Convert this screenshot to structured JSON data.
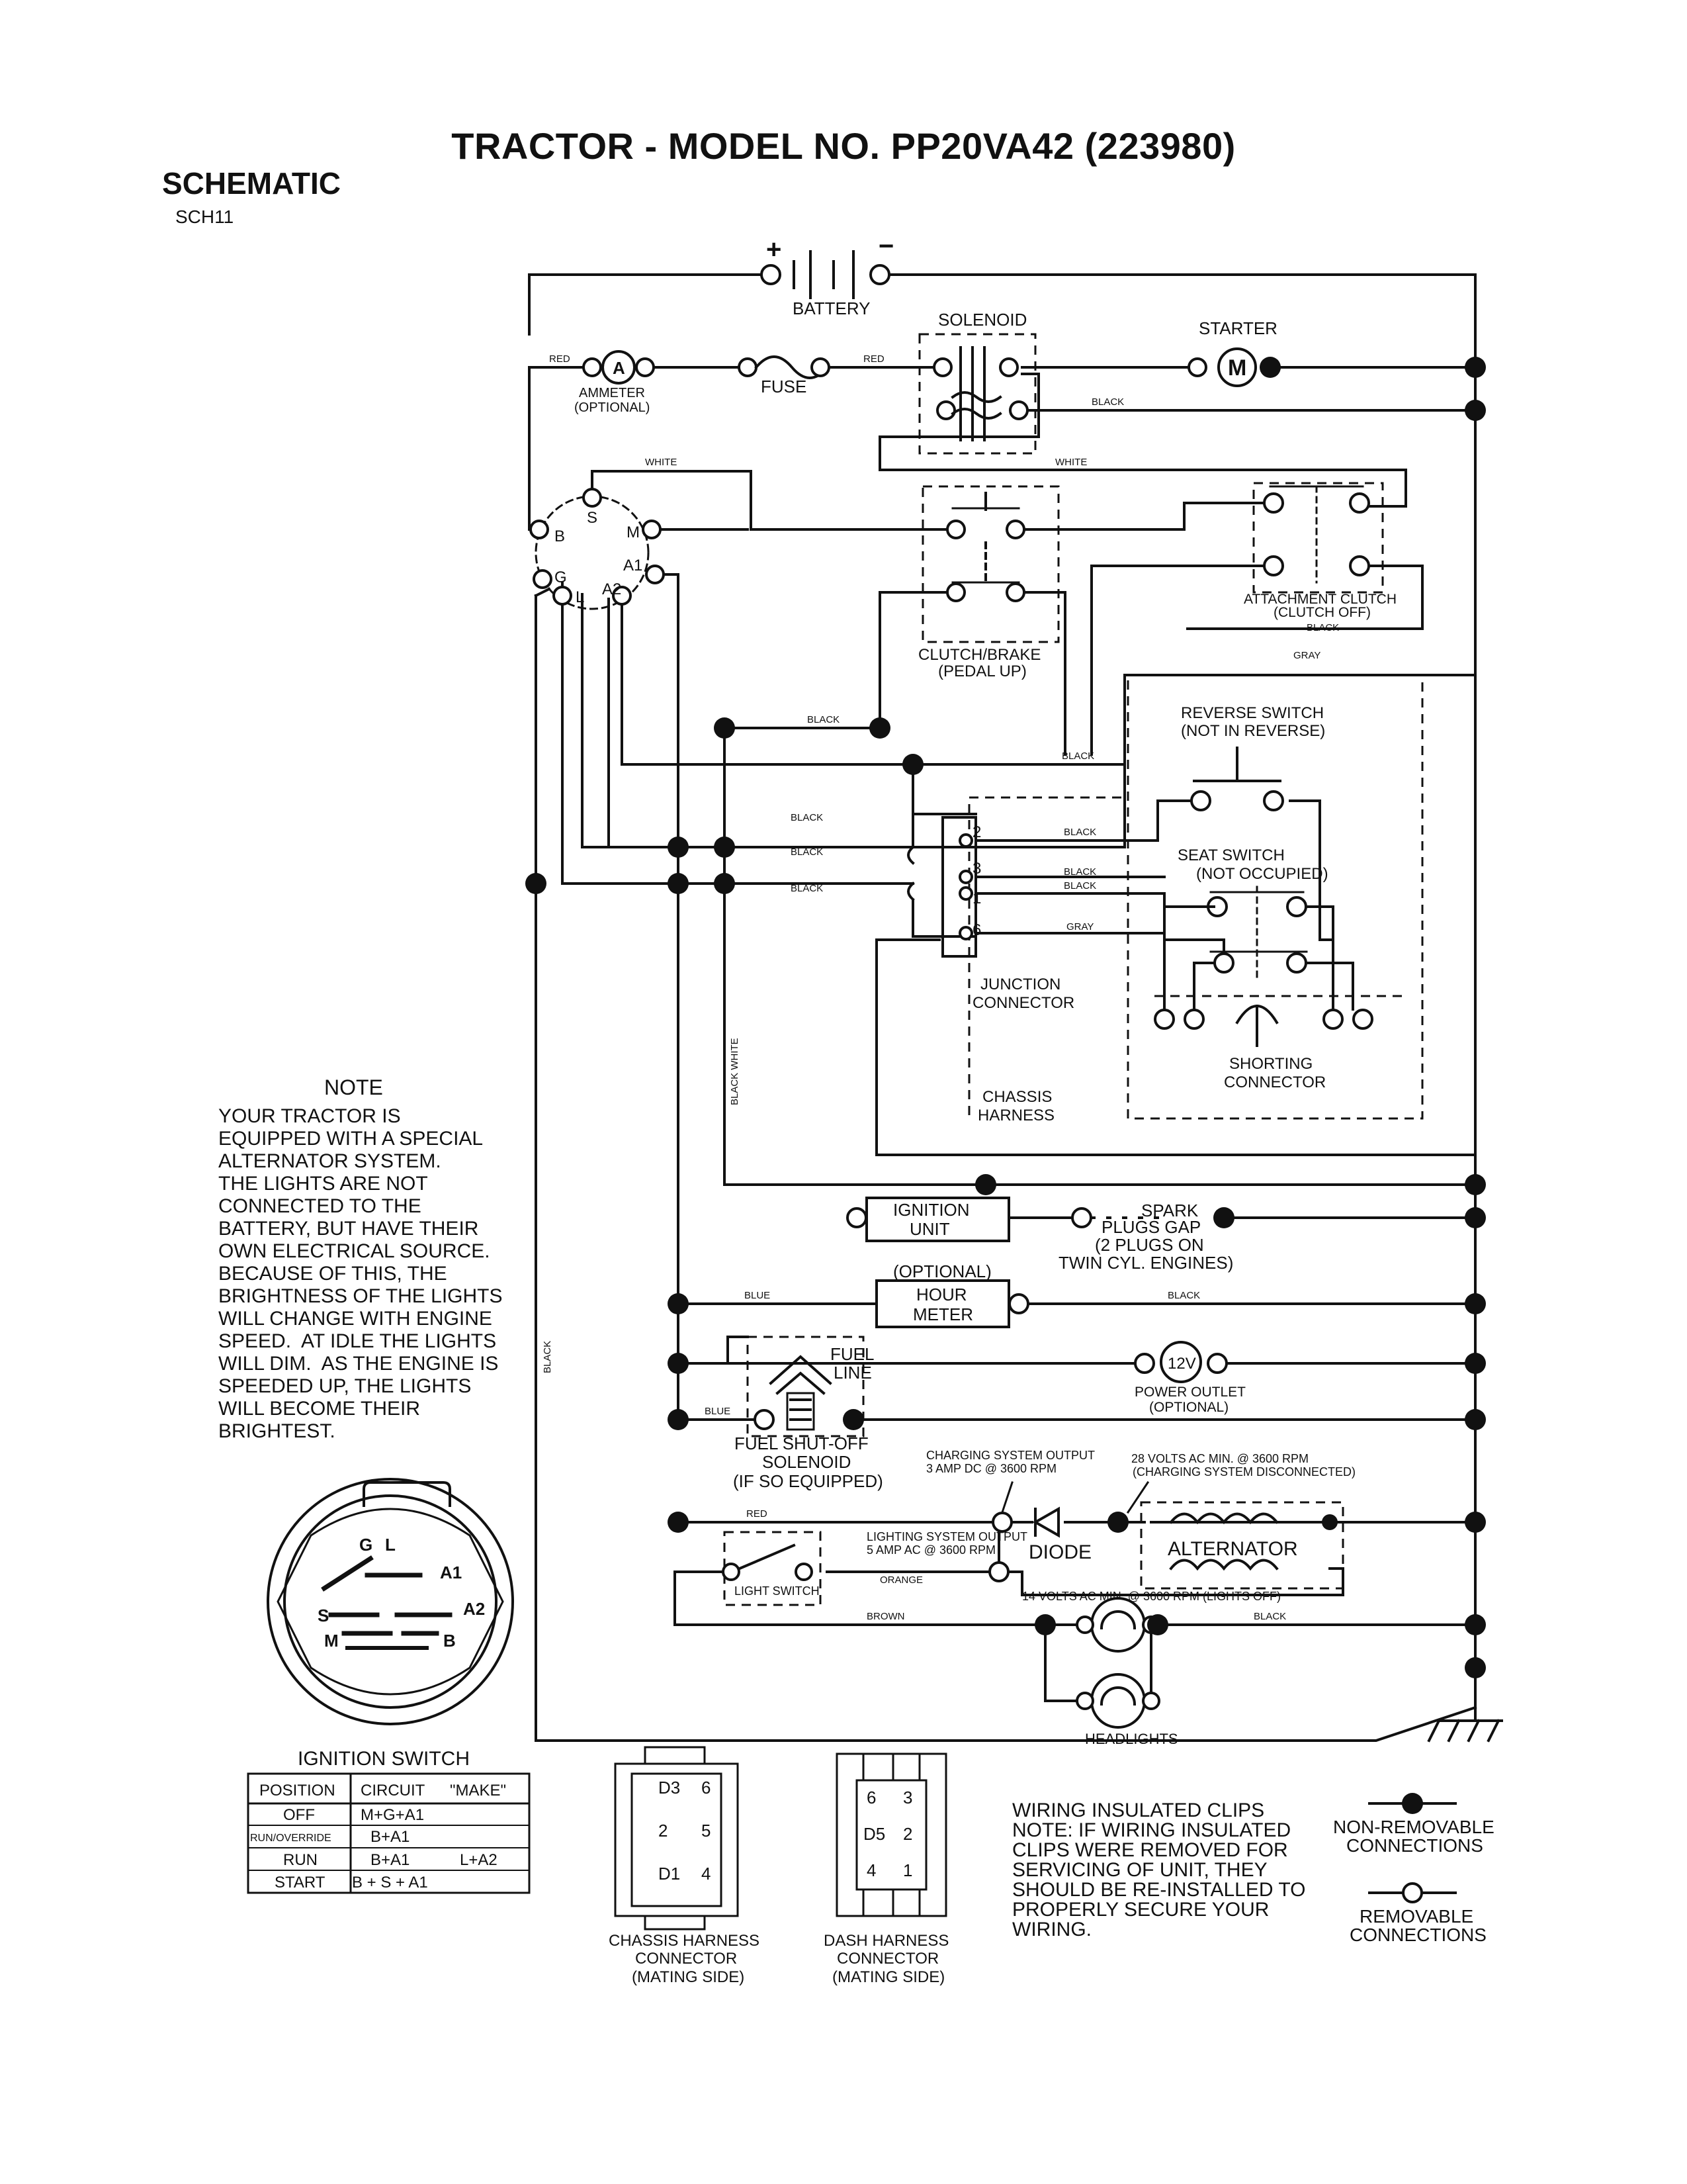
{
  "header": {
    "title": "TRACTOR - MODEL NO. PP20VA42 (223980)",
    "section": "SCHEMATIC",
    "code": "SCH11"
  },
  "note": {
    "heading": "NOTE",
    "lines": [
      "YOUR TRACTOR IS",
      "EQUIPPED WITH A SPECIAL",
      "ALTERNATOR SYSTEM.",
      "THE LIGHTS ARE NOT",
      "CONNECTED TO THE",
      "BATTERY, BUT HAVE THEIR",
      "OWN ELECTRICAL SOURCE.",
      "BECAUSE OF THIS, THE",
      "BRIGHTNESS OF THE LIGHTS",
      "WILL CHANGE WITH ENGINE",
      "SPEED.  AT IDLE THE LIGHTS",
      "WILL DIM.  AS THE ENGINE IS",
      "SPEEDED UP, THE LIGHTS",
      "WILL BECOME THEIR",
      "BRIGHTEST."
    ]
  },
  "components": {
    "battery": "BATTERY",
    "battery_plus": "+",
    "battery_minus": "−",
    "solenoid": "SOLENOID",
    "starter": "STARTER",
    "starter_symbol": "M",
    "ammeter_symbol": "A",
    "ammeter": "AMMETER",
    "ammeter_opt": "(OPTIONAL)",
    "fuse": "FUSE",
    "clutch_brake": "CLUTCH/BRAKE",
    "clutch_brake_sub": "(PEDAL UP)",
    "attachment_clutch": "ATTACHMENT CLUTCH",
    "attachment_clutch_sub": "(CLUTCH OFF)",
    "reverse_switch": "REVERSE SWITCH",
    "reverse_switch_sub": "(NOT IN REVERSE)",
    "seat_switch": "SEAT SWITCH",
    "seat_switch_sub": "(NOT OCCUPIED)",
    "junction_connector": "JUNCTION",
    "junction_connector_2": "CONNECTOR",
    "chassis_harness": "CHASSIS",
    "chassis_harness_2": "HARNESS",
    "shorting_connector": "SHORTING",
    "shorting_connector_2": "CONNECTOR",
    "ignition_unit": "IGNITION",
    "ignition_unit_2": "UNIT",
    "spark_plugs": "SPARK",
    "spark_plugs_2": "PLUGS GAP",
    "spark_plugs_3": "(2 PLUGS ON",
    "spark_plugs_4": "TWIN CYL. ENGINES)",
    "hour_meter_opt": "(OPTIONAL)",
    "hour_meter": "HOUR",
    "hour_meter_2": "METER",
    "fuel_line": "FUEL",
    "fuel_line_2": "LINE",
    "fuel_solenoid": "FUEL SHUT-OFF",
    "fuel_solenoid_2": "SOLENOID",
    "fuel_solenoid_3": "(IF SO EQUIPPED)",
    "power_outlet_symbol": "12V",
    "power_outlet": "POWER OUTLET",
    "power_outlet_opt": "(OPTIONAL)",
    "charging_output": "CHARGING SYSTEM OUTPUT",
    "charging_output_2": "3 AMP DC @ 3600 RPM",
    "alt_volts": "28 VOLTS AC MIN. @ 3600 RPM",
    "alt_volts_2": "(CHARGING SYSTEM DISCONNECTED)",
    "lighting_output": "LIGHTING SYSTEM OUTPUT",
    "lighting_output_2": "5 AMP AC @ 3600 RPM",
    "diode": "DIODE",
    "alternator": "ALTERNATOR",
    "light_switch": "LIGHT SWITCH",
    "lights_volts": "14 VOLTS AC MIN. @ 3600 RPM (LIGHTS OFF)",
    "headlights": "HEADLIGHTS"
  },
  "ign_terminals": [
    "S",
    "B",
    "M",
    "G",
    "A1",
    "L",
    "A2"
  ],
  "junction_pins": [
    "2",
    "3",
    "1",
    "6"
  ],
  "wire_labels": {
    "red": "RED",
    "white": "WHITE",
    "black": "BLACK",
    "gray": "GRAY",
    "blue": "BLUE",
    "orange": "ORANGE",
    "brown": "BROWN",
    "black_white": "BLACK WHITE"
  },
  "ignition_switch_face": {
    "title": "IGNITION SWITCH",
    "labels": [
      "G",
      "L",
      "A1",
      "A2",
      "S",
      "M",
      "B"
    ]
  },
  "ignition_table": {
    "headers": [
      "POSITION",
      "CIRCUIT",
      "\"MAKE\""
    ],
    "rows": [
      [
        "OFF",
        "M+G+A1",
        ""
      ],
      [
        "RUN/OVERRIDE",
        "B+A1",
        ""
      ],
      [
        "RUN",
        "B+A1",
        "L+A2"
      ],
      [
        "START",
        "B + S + A1",
        ""
      ]
    ]
  },
  "chassis_connector": {
    "pins": [
      "D3",
      "6",
      "2",
      "5",
      "D1",
      "4"
    ],
    "label": [
      "CHASSIS HARNESS",
      "CONNECTOR",
      "(MATING SIDE)"
    ]
  },
  "dash_connector": {
    "pins": [
      "6",
      "3",
      "D5",
      "2",
      "4",
      "1"
    ],
    "label": [
      "DASH HARNESS",
      "CONNECTOR",
      "(MATING SIDE)"
    ]
  },
  "clips_note": [
    "WIRING INSULATED CLIPS",
    "NOTE: IF WIRING INSULATED",
    "CLIPS WERE REMOVED FOR",
    "SERVICING OF UNIT, THEY",
    "SHOULD BE RE-INSTALLED TO",
    "PROPERLY SECURE YOUR",
    "WIRING."
  ],
  "legend": {
    "non_removable": [
      "NON-REMOVABLE",
      "CONNECTIONS"
    ],
    "removable": [
      "REMOVABLE",
      "CONNECTIONS"
    ]
  }
}
